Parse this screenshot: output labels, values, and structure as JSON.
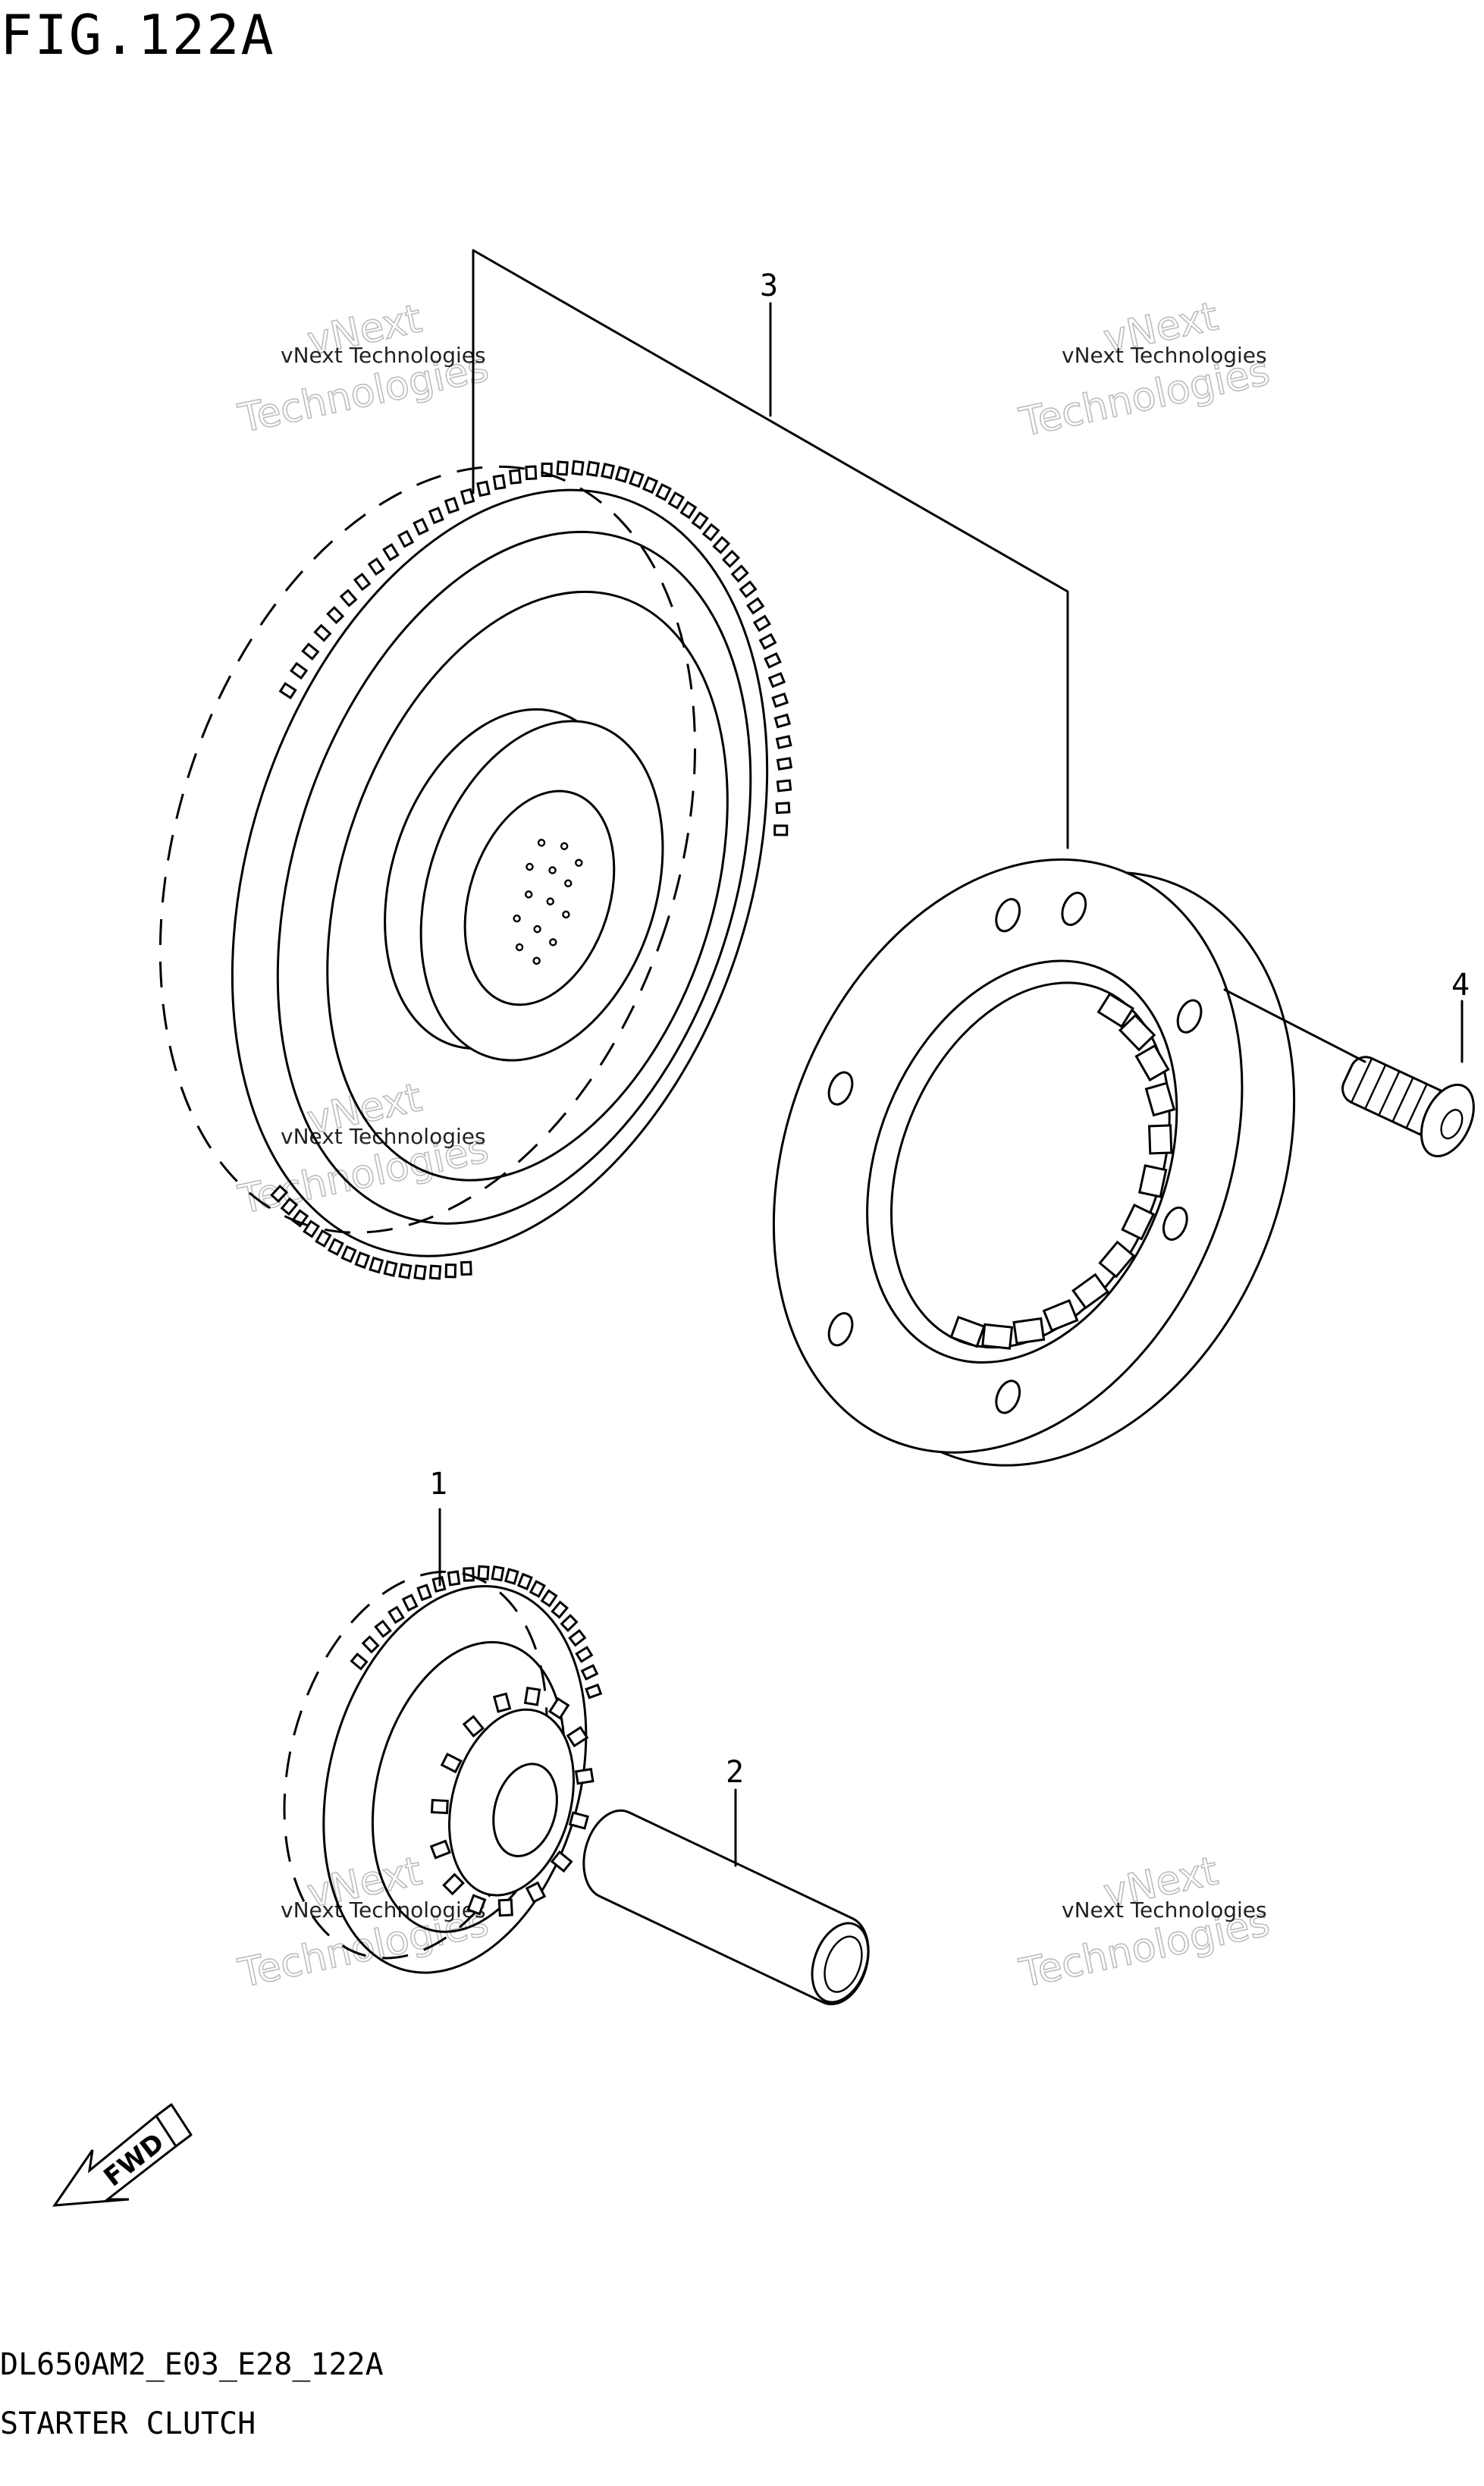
{
  "figure": {
    "title": "FIG.122A",
    "model_code": "DL650AM2_E03_E28_122A",
    "assembly_name": "STARTER CLUTCH"
  },
  "callouts": [
    {
      "id": "1",
      "label": "1"
    },
    {
      "id": "2",
      "label": "2"
    },
    {
      "id": "3",
      "label": "3"
    },
    {
      "id": "4",
      "label": "4"
    }
  ],
  "direction_badge": {
    "label": "FWD"
  },
  "watermark": {
    "line1": "vNext Technologies",
    "line2": "vNext",
    "line3": "Technologies"
  }
}
